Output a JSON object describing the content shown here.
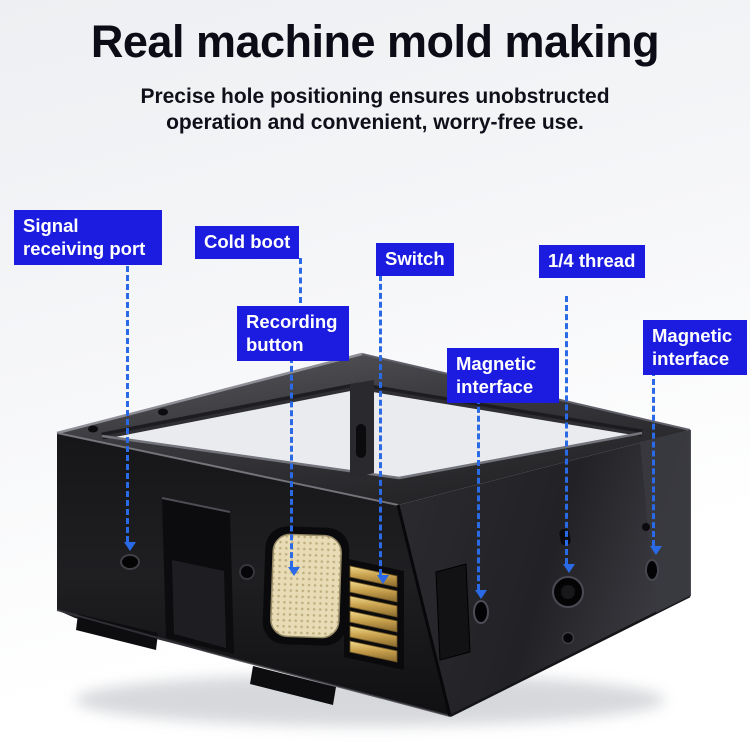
{
  "header": {
    "title": "Real machine mold making",
    "subtitle_line1": "Precise hole positioning ensures unobstructed",
    "subtitle_line2": "operation and convenient, worry-free use."
  },
  "labels": {
    "signal": "Signal receiving port",
    "cold_boot": "Cold boot",
    "switch": "Switch",
    "quarter_thread": "1/4 thread",
    "recording": "Recording button",
    "magnetic_left": "Magnetic interface",
    "magnetic_right": "Magnetic interface"
  },
  "colors": {
    "label_bg": "#1c1ce0",
    "label_text": "#ffffff",
    "leader_line": "#2b6ae6",
    "title_text": "#0c0c16",
    "pad_gold": "#e6d9b4",
    "switch_gold": "#c9a24e",
    "cage_black": "#1b1b1e",
    "background_top": "#edeff2",
    "background_bottom": "#ffffff"
  }
}
